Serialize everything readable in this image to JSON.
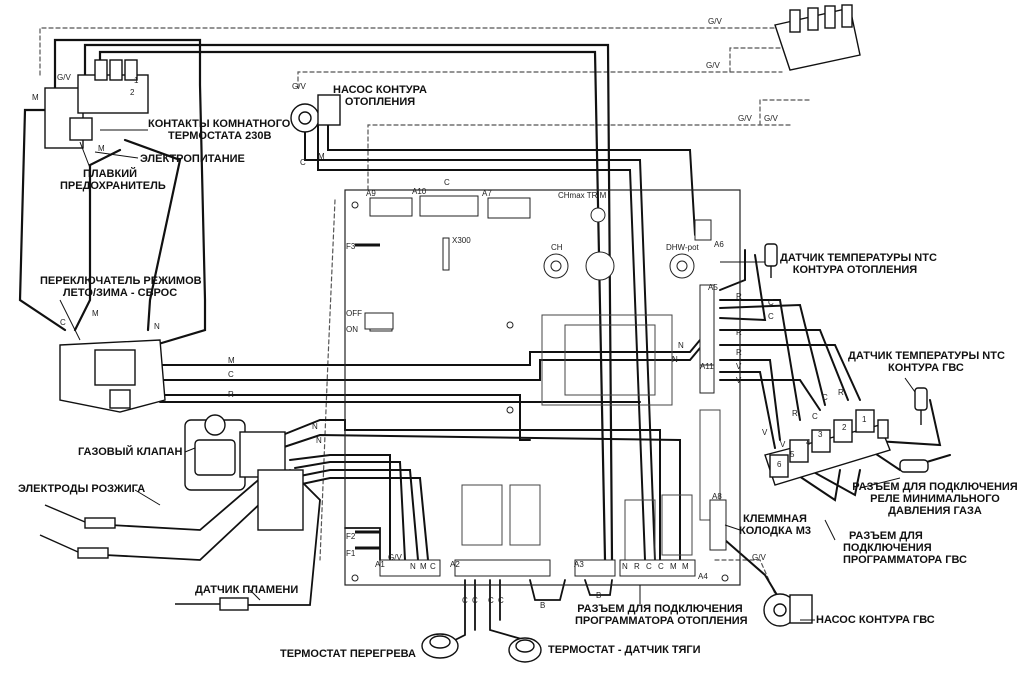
{
  "labels": {
    "room_thermostat_l1": "КОНТАКТЫ КОМНАТНОГО",
    "room_thermostat_l2": "ТЕРМОСТАТА 230В",
    "power_supply": "ЭЛЕКТРОПИТАНИЕ",
    "fuse_l1": "ПЛАВКИЙ",
    "fuse_l2": "ПРЕДОХРАНИТЕЛЬ",
    "heating_pump_l1": "НАСОС КОНТУРА",
    "heating_pump_l2": "ОТОПЛЕНИЯ",
    "mode_switch_l1": "ПЕРЕКЛЮЧАТЕЛЬ РЕЖИМОВ",
    "mode_switch_l2": "ЛЕТО/ЗИМА -  СБРОС",
    "gas_valve": "ГАЗОВЫЙ КЛАПАН",
    "ignition_electrodes": "ЭЛЕКТРОДЫ РОЗЖИГА",
    "flame_sensor": "ДАТЧИК ПЛАМЕНИ",
    "overheat_thermostat": "ТЕРМОСТАТ ПЕРЕГРЕВА",
    "draft_thermostat": "ТЕРМОСТАТ - ДАТЧИК ТЯГИ",
    "ntc_heating_l1": "ДАТЧИК ТЕМПЕРАТУРЫ NTC",
    "ntc_heating_l2": "КОНТУРА ОТОПЛЕНИЯ",
    "ntc_dhw_l1": "ДАТЧИК ТЕМПЕРАТУРЫ NTC",
    "ntc_dhw_l2": "КОНТУРА ГВС",
    "gas_relay_l1": "РАЗЪЕМ ДЛЯ ПОДКЛЮЧЕНИЯ",
    "gas_relay_l2": "РЕЛЕ МИНИМАЛЬНОГО",
    "gas_relay_l3": "ДАВЛЕНИЯ ГАЗА",
    "dhw_prog_l1": "РАЗЪЕМ ДЛЯ",
    "dhw_prog_l2": "ПОДКЛЮЧЕНИЯ",
    "dhw_prog_l3": "ПРОГРАММАТОРА ГВС",
    "terminal_m3_l1": "КЛЕММНАЯ",
    "terminal_m3_l2": "КОЛОДКА М3",
    "heating_prog_l1": "РАЗЪЕМ ДЛЯ ПОДКЛЮЧЕНИЯ",
    "heating_prog_l2": "ПРОГРАММАТОРА ОТОПЛЕНИЯ",
    "dhw_pump": "НАСОС КОНТУРА ГВС"
  },
  "board": {
    "a9": "A9",
    "a10": "A10",
    "a7": "A7",
    "chmax_trim": "CHmax  TRIM",
    "ch": "CH",
    "dhw_pot": "DHW-pot",
    "a6": "A6",
    "a5": "A5",
    "a11": "A11",
    "a8": "A8",
    "a1": "A1",
    "a2": "A2",
    "a3": "A3",
    "a4": "A4",
    "f1": "F1",
    "f2": "F2",
    "f3": "F3",
    "off": "OFF",
    "on": "ON",
    "x300": "X300"
  },
  "wire_codes": {
    "gv": "G/V",
    "m": "M",
    "c": "C",
    "n": "N",
    "r": "R",
    "v": "V",
    "b": "B"
  },
  "terminal_numbers": [
    "1",
    "2",
    "3",
    "4",
    "5",
    "6"
  ]
}
